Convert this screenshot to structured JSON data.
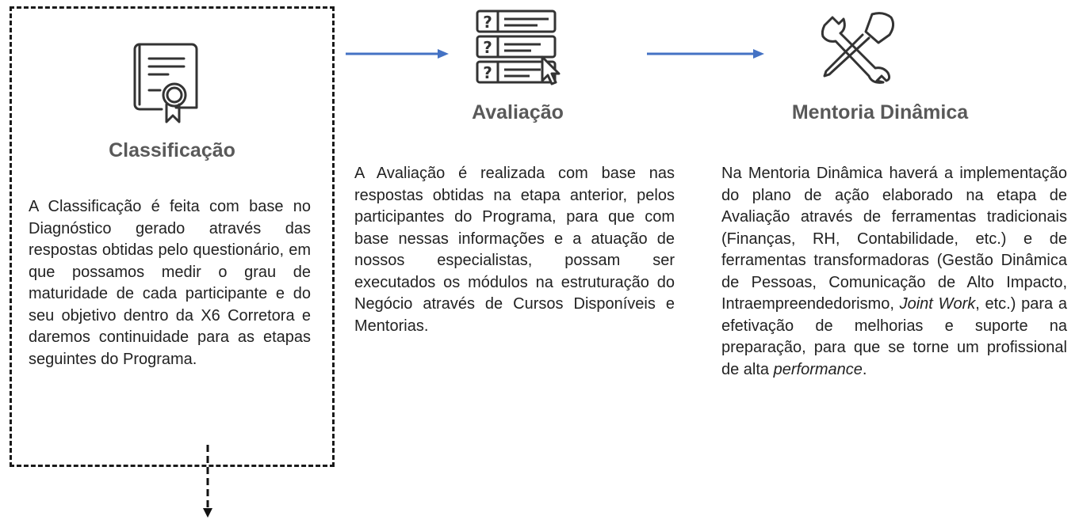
{
  "colors": {
    "arrow": "#4472c4",
    "title": "#595959",
    "text": "#222222",
    "border": "#1a1a1a"
  },
  "steps": [
    {
      "id": "classificacao",
      "icon": "certificate-icon",
      "title": "Classificação",
      "text": "A Classificação é feita com base no Diagnóstico gerado através das respostas obtidas pelo questionário, em que possamos medir o grau de maturidade de cada participante e do seu objetivo dentro da X6 Corretora e daremos continuidade para as etapas seguintes do Programa."
    },
    {
      "id": "avaliacao",
      "icon": "questionnaire-icon",
      "title": "Avaliação",
      "text": "A Avaliação é realizada com base nas respostas obtidas na etapa anterior, pelos participantes do Programa, para que com base nessas informações e a atuação de nossos especialistas, possam ser executados os módulos na estruturação do Negócio através de Cursos Disponíveis e Mentorias."
    },
    {
      "id": "mentoria",
      "icon": "tools-icon",
      "title": "Mentoria Dinâmica",
      "text_parts": [
        "Na Mentoria Dinâmica haverá a implementação do plano de ação elaborado na etapa de Avaliação através de ferramentas tradicionais (Finanças, RH, Contabilidade, etc.) e de ferramentas transformadoras (Gestão Dinâmica de Pessoas, Comunicação de Alto Impacto, Intraempreendedorismo, ",
        "Joint Work",
        ", etc.) para a efetivação de melhorias e suporte na preparação, para que se torne um profissional de alta ",
        "performance",
        "."
      ]
    }
  ],
  "icons": {
    "question_mark": "?"
  }
}
